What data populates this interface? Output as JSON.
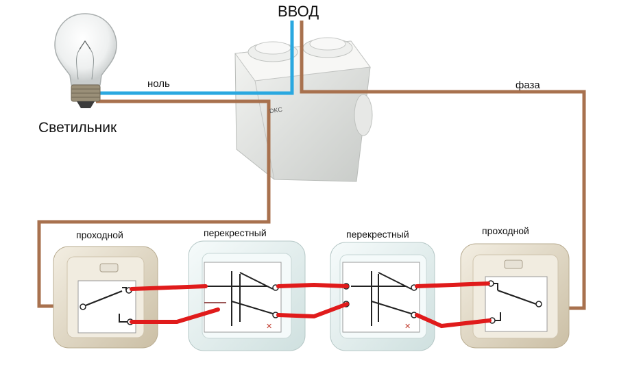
{
  "labels": {
    "input": "ВВОД",
    "neutral": "ноль",
    "phase": "фаза",
    "lamp": "Светильник",
    "switch_left": "проходной",
    "switch_mid_left": "перекрестный",
    "switch_mid_right": "перекрестный",
    "switch_right": "проходной",
    "box_brand": "DKC"
  },
  "colors": {
    "neutral_wire": "#2aa8e0",
    "phase_wire": "#a8714e",
    "switch_link": "#e01b1b",
    "internal_wire": "#222222",
    "junction_box": "#e9eae8"
  }
}
